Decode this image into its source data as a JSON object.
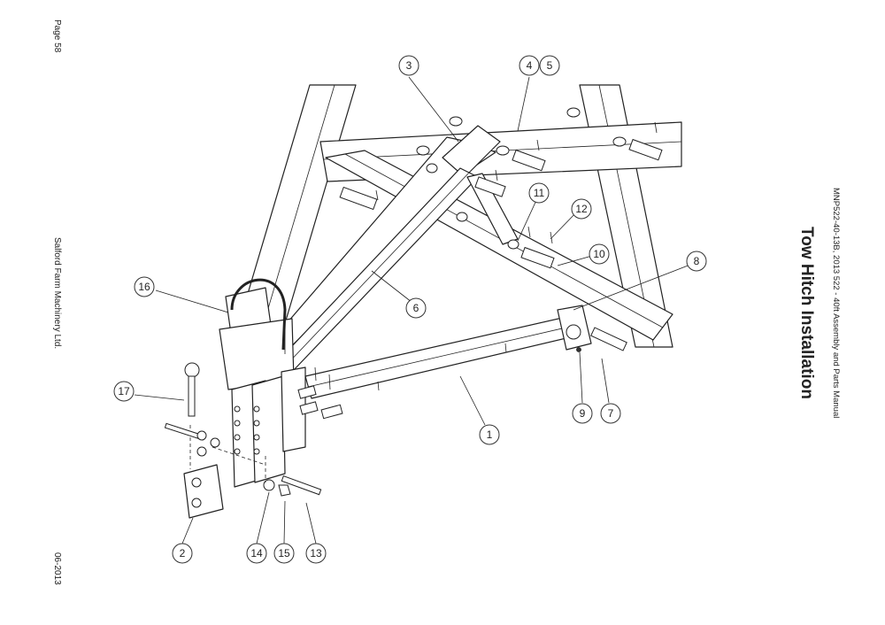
{
  "page": {
    "page_number": "Page 58",
    "company": "Salford Farm Machinery Ltd.",
    "date": "06-2013",
    "manual_ref": "MNP522-40-13B, 2013 522 - 40ft Assembly and Parts Manual",
    "title": "Tow Hitch Installation"
  },
  "callouts": [
    {
      "label": "1"
    },
    {
      "label": "2"
    },
    {
      "label": "3"
    },
    {
      "label": "4"
    },
    {
      "label": "5"
    },
    {
      "label": "6"
    },
    {
      "label": "7"
    },
    {
      "label": "8"
    },
    {
      "label": "9"
    },
    {
      "label": "10"
    },
    {
      "label": "11"
    },
    {
      "label": "12"
    },
    {
      "label": "13"
    },
    {
      "label": "14"
    },
    {
      "label": "15"
    },
    {
      "label": "16"
    },
    {
      "label": "17"
    }
  ]
}
